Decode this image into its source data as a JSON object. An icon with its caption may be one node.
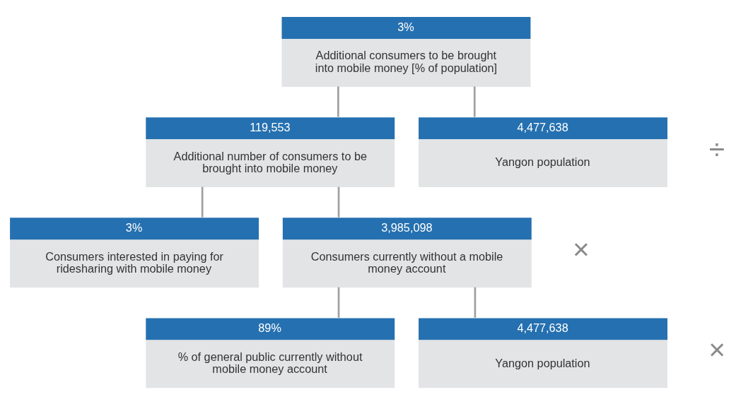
{
  "diagram": {
    "nodes": [
      {
        "text": [
          "3%",
          "Additional consumers to be brought into mobile money [% of population]"
        ]
      },
      {
        "text": [
          "119,553",
          "Additional number of consumers to be brought into mobile money"
        ]
      },
      {
        "text": [
          "4,477,638",
          "Yangon population"
        ]
      },
      {
        "text": [
          "3%",
          "Consumers interested in paying for ridesharing with mobile money"
        ]
      },
      {
        "text": [
          "3,985,098",
          "Consumers currently without a mobile money account"
        ]
      },
      {
        "text": [
          "89%",
          "% of general public currently without mobile money account"
        ]
      },
      {
        "text": [
          "4,477,638",
          "Yangon population"
        ]
      }
    ],
    "edges": [
      {
        "from": 0,
        "to": 1,
        "arrow": "none"
      },
      {
        "from": 0,
        "to": 2,
        "arrow": "none"
      },
      {
        "from": 1,
        "to": 3,
        "arrow": "none"
      },
      {
        "from": 1,
        "to": 4,
        "arrow": "none"
      },
      {
        "from": 4,
        "to": 5,
        "arrow": "none"
      },
      {
        "from": 4,
        "to": 6,
        "arrow": "none"
      }
    ],
    "labels": [
      "÷",
      "×",
      "×"
    ]
  }
}
